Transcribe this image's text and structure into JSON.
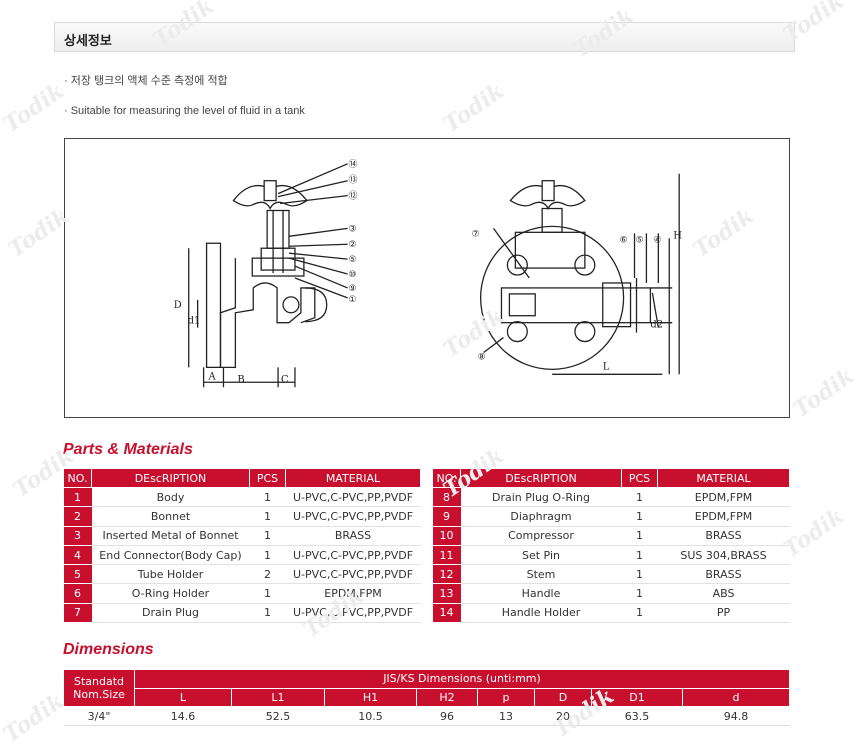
{
  "section_header": "상세정보",
  "bullets": [
    "· 저장 탱크의 액체 수준 측정에 적합",
    "· Suitable for measuring the level of fluid in a tank"
  ],
  "drawing": {
    "dim_labels": [
      "D",
      "d1",
      "A",
      "B",
      "C",
      "L",
      "H",
      "d2"
    ],
    "callouts_left": [
      "⑭",
      "⑬",
      "⑫",
      "③",
      "②",
      "⑤",
      "⑩",
      "⑨",
      "①"
    ],
    "callouts_right": [
      "⑦",
      "⑥",
      "⑤",
      "④",
      "⑧"
    ]
  },
  "parts_title": "Parts & Materials",
  "parts_headers_left": [
    "NO.",
    "DEscRIPTION",
    "PCS",
    "MATERIAL"
  ],
  "parts_headers_right": [
    "NO.",
    "DEscRIPTION",
    "PCS",
    "MATERIAL"
  ],
  "parts_left": [
    {
      "no": "1",
      "desc": "Body",
      "pcs": "1",
      "mat": "U-PVC,C-PVC,PP,PVDF"
    },
    {
      "no": "2",
      "desc": "Bonnet",
      "pcs": "1",
      "mat": "U-PVC,C-PVC,PP,PVDF"
    },
    {
      "no": "3",
      "desc": "Inserted Metal of Bonnet",
      "pcs": "1",
      "mat": "BRASS"
    },
    {
      "no": "4",
      "desc": "End Connector(Body Cap)",
      "pcs": "1",
      "mat": "U-PVC,C-PVC,PP,PVDF"
    },
    {
      "no": "5",
      "desc": "Tube Holder",
      "pcs": "2",
      "mat": "U-PVC,C-PVC,PP,PVDF"
    },
    {
      "no": "6",
      "desc": "O-Ring Holder",
      "pcs": "1",
      "mat": "EPDM,FPM"
    },
    {
      "no": "7",
      "desc": "Drain Plug",
      "pcs": "1",
      "mat": "U-PVC,C-PVC,PP,PVDF"
    }
  ],
  "parts_right": [
    {
      "no": "8",
      "desc": "Drain Plug O-Ring",
      "pcs": "1",
      "mat": "EPDM,FPM"
    },
    {
      "no": "9",
      "desc": "Diaphragm",
      "pcs": "1",
      "mat": "EPDM,FPM"
    },
    {
      "no": "10",
      "desc": "Compressor",
      "pcs": "1",
      "mat": "BRASS"
    },
    {
      "no": "11",
      "desc": "Set Pin",
      "pcs": "1",
      "mat": "SUS 304,BRASS"
    },
    {
      "no": "12",
      "desc": "Stem",
      "pcs": "1",
      "mat": "BRASS"
    },
    {
      "no": "13",
      "desc": "Handle",
      "pcs": "1",
      "mat": "ABS"
    },
    {
      "no": "14",
      "desc": "Handle Holder",
      "pcs": "1",
      "mat": "PP"
    }
  ],
  "dims_title": "Dimensions",
  "dims_std_header": "Standatd Nom.Size",
  "dims_group_header": "JIS/KS Dimensions (unti:mm)",
  "dims_cols": [
    "L",
    "L1",
    "H1",
    "H2",
    "p",
    "D",
    "D1",
    "d"
  ],
  "dims_rows": [
    {
      "size": "3/4\"",
      "values": [
        "14.6",
        "52.5",
        "10.5",
        "96",
        "13",
        "20",
        "63.5",
        "94.8"
      ]
    }
  ],
  "watermark_text": "Todik"
}
